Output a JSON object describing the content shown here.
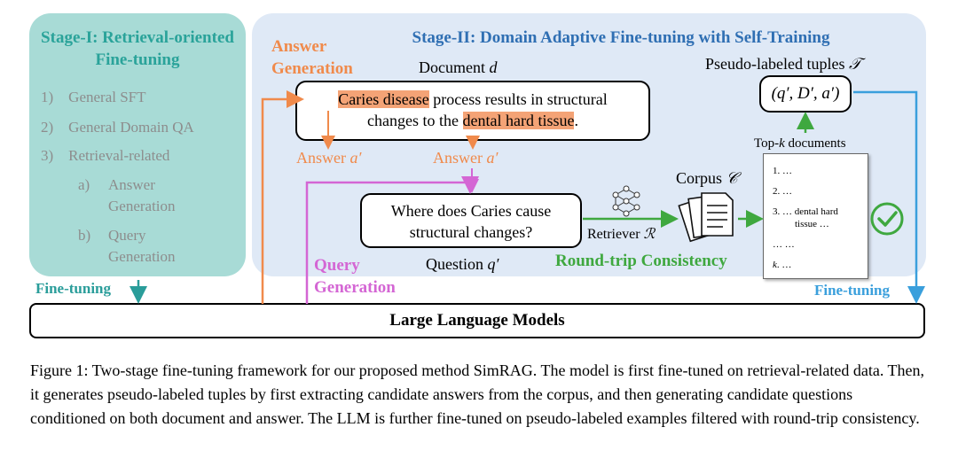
{
  "stage1": {
    "title": "Stage-I: Retrieval-oriented Fine-tuning",
    "item1": "1) General SFT",
    "item2": "2) General Domain QA",
    "item3": "3) Retrieval-related",
    "sub_a_marker": "a)",
    "sub_a_label": "Answer Generation",
    "sub_b_marker": "b)",
    "sub_b_label": "Query Generation"
  },
  "stage2": {
    "title": "Stage-II: Domain Adaptive Fine-tuning with Self-Training",
    "answer_generation_label": "Answer Generation",
    "query_generation_label": "Query Generation",
    "document_label_prefix": "Document ",
    "document_label_var": "d",
    "doc_text_hl1": "Caries disease",
    "doc_text_mid1": " process results in structural",
    "doc_text_mid2": "changes to the ",
    "doc_text_hl2": "dental hard tissue",
    "doc_text_end": ".",
    "answer_label_1": "Answer ",
    "answer_var_1": "a′",
    "answer_label_2": "Answer ",
    "answer_var_2": "a′",
    "question_text_1": "Where does Caries cause",
    "question_text_2": "structural changes?",
    "question_label_prefix": "Question ",
    "question_label_var": "q′",
    "retriever_prefix": "Retriever ",
    "retriever_var": "ℛ",
    "corpus_prefix": "Corpus ",
    "corpus_var": "𝒞",
    "topk_prefix": "Top-",
    "topk_var": "k",
    "topk_suffix": " documents",
    "tuples_label_prefix": "Pseudo-labeled tuples ",
    "tuples_label_var": "𝒯",
    "tuple_text": "(q′, D′, a′)",
    "round_trip_label": "Round-trip Consistency",
    "doc_list": {
      "l1": "1.  …",
      "l2": "2.  …",
      "l3": "3.   … dental hard",
      "l3b": "tissue …",
      "l4": "… …",
      "l5_var": "k",
      "l5_rest": ".  …"
    }
  },
  "fine_tuning_left": "Fine-tuning",
  "fine_tuning_right": "Fine-tuning",
  "llm_label": "Large Language Models",
  "caption": "Figure 1: Two-stage fine-tuning framework for our proposed method SimRAG. The model is first fine-tuned on retrieval-related data. Then, it generates pseudo-labeled tuples by first extracting candidate answers from the corpus, and then generating candidate questions conditioned on both document and answer. The LLM is further fine-tuned on pseudo-labeled examples filtered with round-trip consistency.",
  "colors": {
    "stage1_bg": "#a8dbd6",
    "stage2_bg": "#dfe9f6",
    "answer_arrow": "#f08a4b",
    "query_arrow": "#d466d4",
    "retrieval_arrow": "#3fa83f",
    "finetune_teal": "#2a9d9a",
    "finetune_blue": "#3a9fdc"
  },
  "icons": [
    "neural-network-icon",
    "documents-stack-icon",
    "check-circle-icon"
  ]
}
